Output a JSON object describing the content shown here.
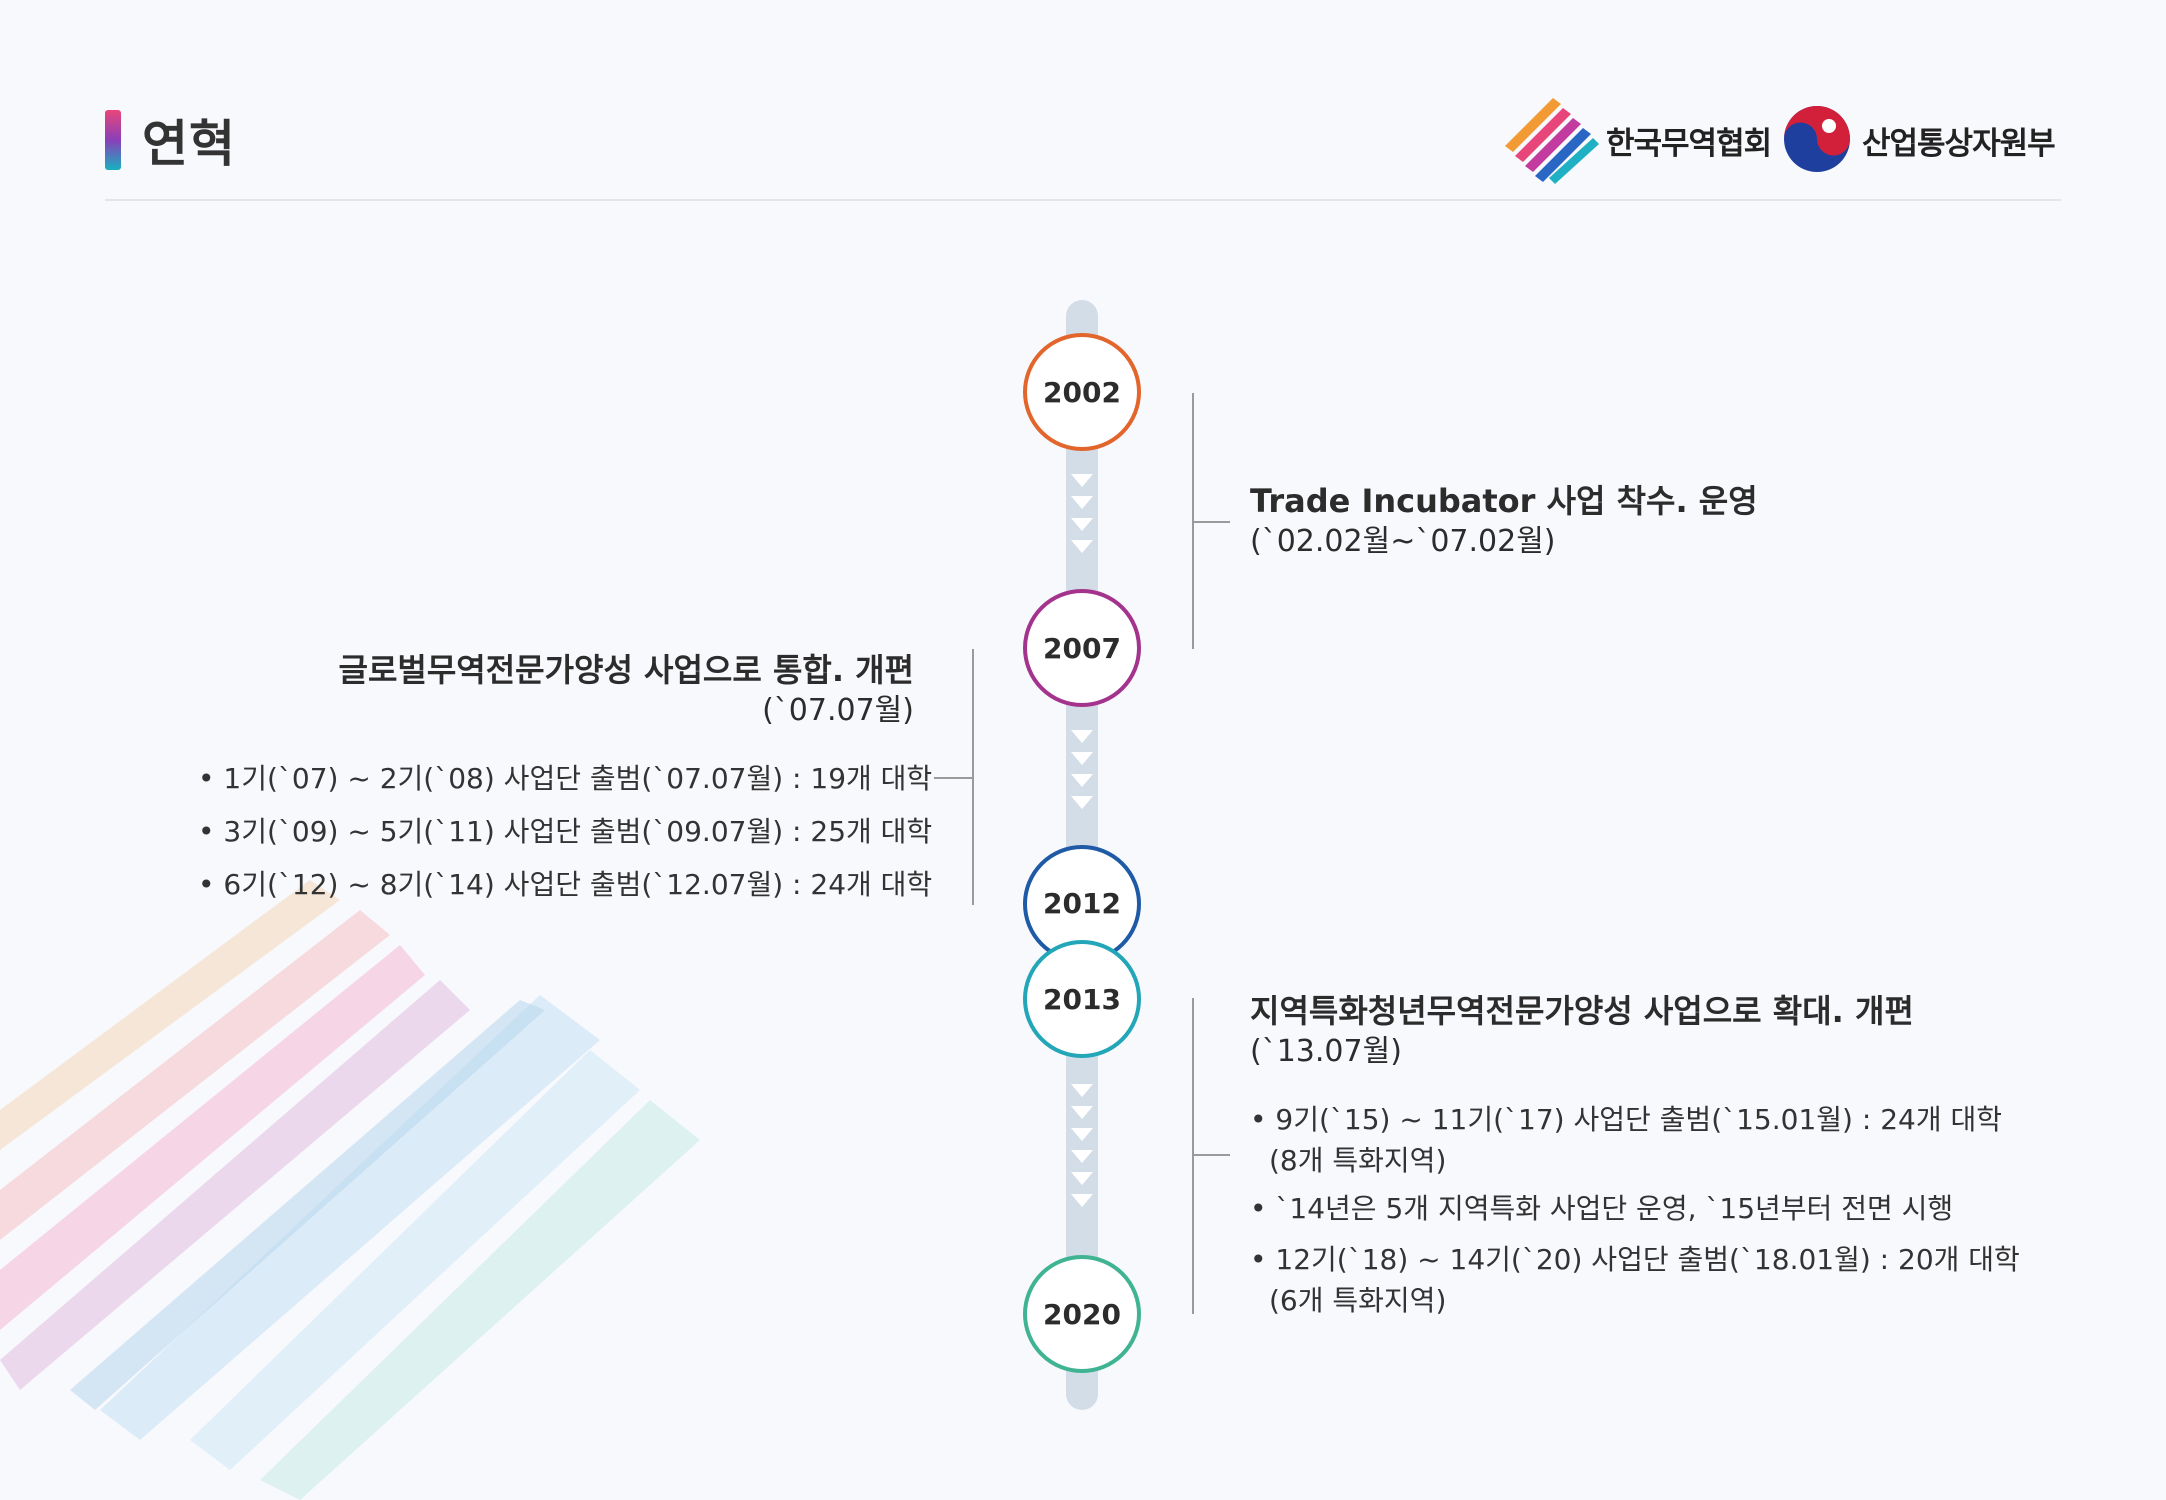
{
  "header": {
    "title": "연혁",
    "logo_kita": "한국무역협회",
    "logo_motie": "산업통상자원부"
  },
  "timeline": {
    "years": [
      "2002",
      "2007",
      "2012",
      "2013",
      "2020"
    ],
    "events": [
      {
        "heading": "Trade Incubator 사업 착수. 운영",
        "period": "(`02.02월~`07.02월)",
        "bullets": []
      },
      {
        "heading": "글로벌무역전문가양성 사업으로 통합. 개편",
        "period": "(`07.07월)",
        "bullets": [
          "• 1기(`07) ~ 2기(`08) 사업단 출범(`07.07월) : 19개 대학",
          "• 3기(`09) ~ 5기(`11) 사업단 출범(`09.07월) : 25개 대학",
          "• 6기(`12) ~ 8기(`14) 사업단 출범(`12.07월) : 24개 대학"
        ]
      },
      {
        "heading": "지역특화청년무역전문가양성 사업으로 확대. 개편",
        "period": "(`13.07월)",
        "bullets": [
          "• 9기(`15) ~ 11기(`17) 사업단 출범(`15.01월) : 24개 대학",
          "(8개 특화지역)",
          "• `14년은 5개 지역특화 사업단 운영, `15년부터 전면 시행",
          "• 12기(`18) ~ 14기(`20) 사업단 출범(`18.01월) : 20개 대학",
          "(6개 특화지역)"
        ]
      }
    ]
  },
  "colors": {
    "c2002": "#e2652c",
    "c2007": "#a3338c",
    "c2012": "#1f5aa6",
    "c2013": "#22a6b8",
    "c2020": "#3fb392",
    "track": "#d3dde8"
  }
}
